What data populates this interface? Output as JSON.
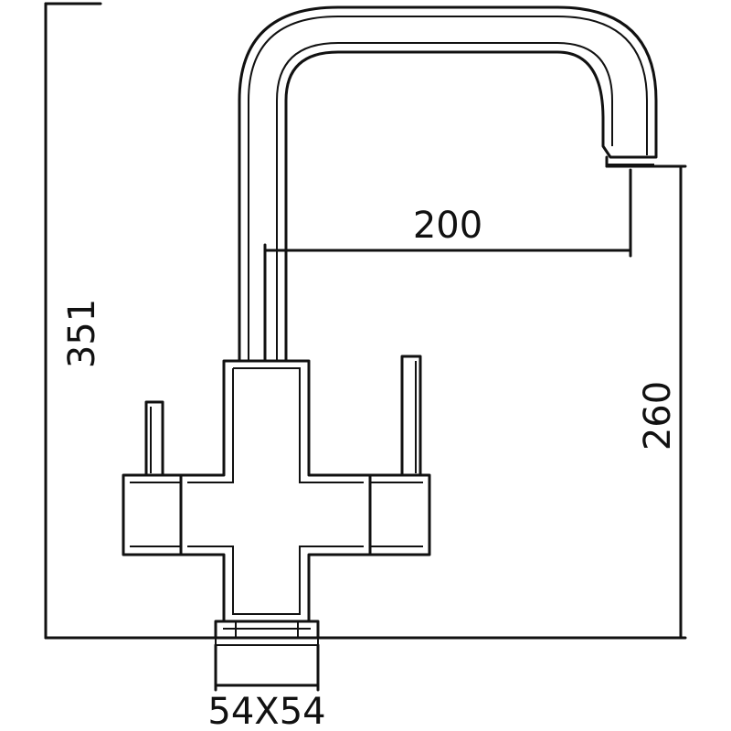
{
  "dimensions": {
    "total_height": "351",
    "spout_height": "260",
    "spout_reach": "200",
    "base_size": "54X54"
  },
  "colors": {
    "line": "#111111",
    "background": "#ffffff"
  }
}
